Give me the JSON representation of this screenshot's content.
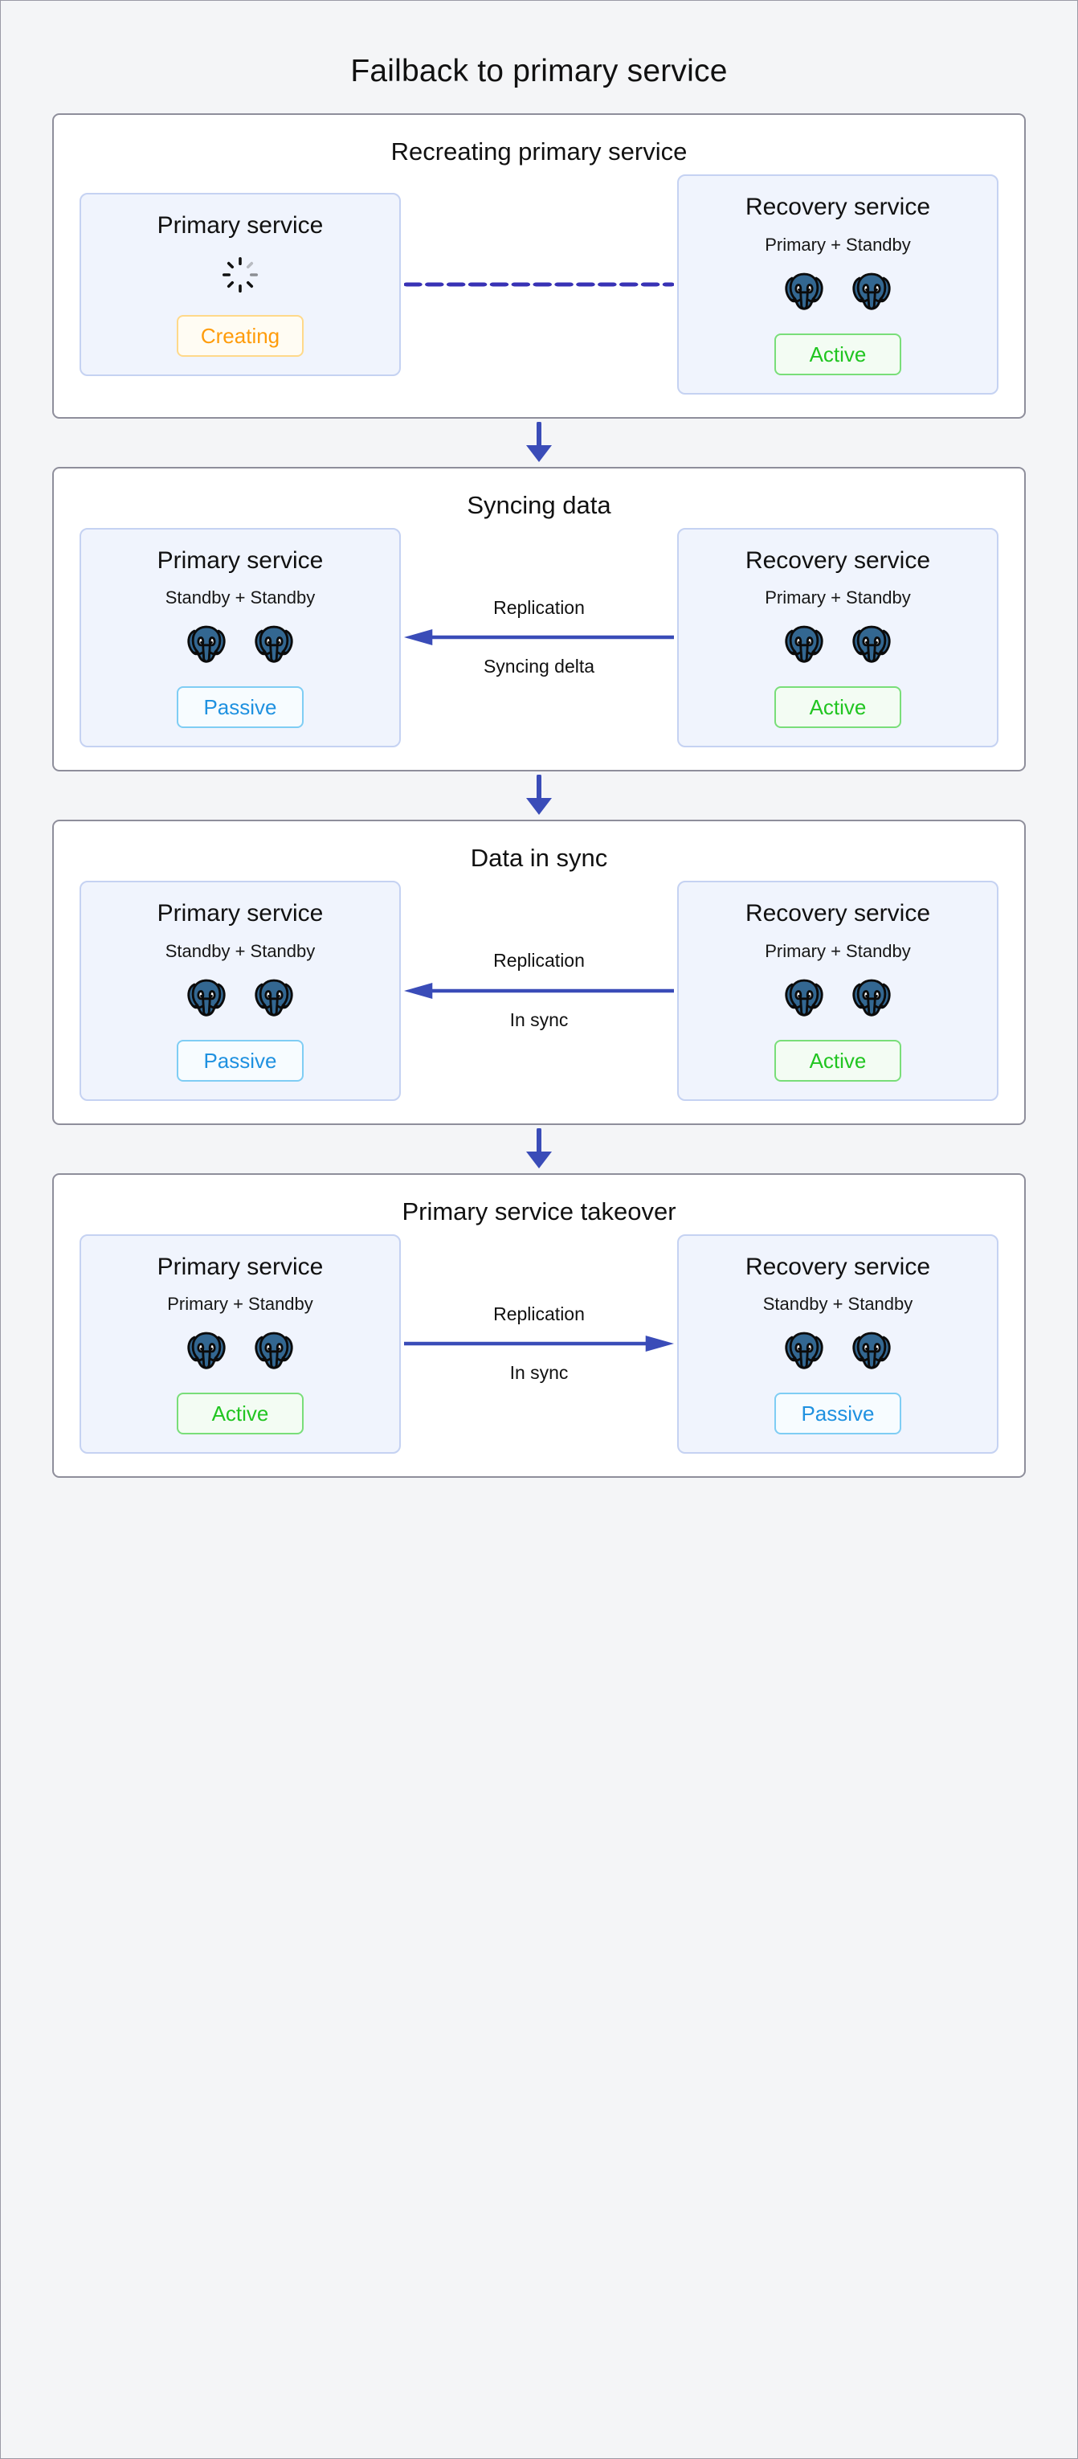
{
  "page": {
    "title": "Failback to primary service",
    "background_color": "#f4f5f7",
    "accent_color": "#3a4cb8"
  },
  "colors": {
    "arrow": "#3a4cb8",
    "dashed": "#3832b5",
    "card_bg": "#f0f4fd",
    "card_border": "#c5d2f2",
    "panel_border": "#8e8e9b",
    "postgres": "#336791",
    "active": "#21c521",
    "passive": "#1f91e0",
    "creating": "#ff9c0a"
  },
  "stages": [
    {
      "id": "recreating-primary-service",
      "title": "Recreating primary service",
      "left": {
        "name": "Primary service",
        "subtitle": "",
        "status": "Creating",
        "status_kind": "creating",
        "nodes": 0,
        "spinner": true
      },
      "right": {
        "name": "Recovery service",
        "subtitle": "Primary + Standby",
        "status": "Active",
        "status_kind": "active",
        "nodes": 2,
        "spinner": false
      },
      "connector": {
        "kind": "dashed",
        "direction": "none",
        "label_top": "",
        "label_bottom": ""
      }
    },
    {
      "id": "syncing-data",
      "title": "Syncing data",
      "left": {
        "name": "Primary service",
        "subtitle": "Standby + Standby",
        "status": "Passive",
        "status_kind": "passive",
        "nodes": 2,
        "spinner": false
      },
      "right": {
        "name": "Recovery service",
        "subtitle": "Primary + Standby",
        "status": "Active",
        "status_kind": "active",
        "nodes": 2,
        "spinner": false
      },
      "connector": {
        "kind": "solid",
        "direction": "left",
        "label_top": "Replication",
        "label_bottom": "Syncing delta"
      }
    },
    {
      "id": "data-in-sync",
      "title": "Data in sync",
      "left": {
        "name": "Primary service",
        "subtitle": "Standby + Standby",
        "status": "Passive",
        "status_kind": "passive",
        "nodes": 2,
        "spinner": false
      },
      "right": {
        "name": "Recovery service",
        "subtitle": "Primary + Standby",
        "status": "Active",
        "status_kind": "active",
        "nodes": 2,
        "spinner": false
      },
      "connector": {
        "kind": "solid",
        "direction": "left",
        "label_top": "Replication",
        "label_bottom": "In sync"
      }
    },
    {
      "id": "primary-service-takeover",
      "title": "Primary service takeover",
      "left": {
        "name": "Primary service",
        "subtitle": "Primary + Standby",
        "status": "Active",
        "status_kind": "active",
        "nodes": 2,
        "spinner": false
      },
      "right": {
        "name": "Recovery service",
        "subtitle": "Standby + Standby",
        "status": "Passive",
        "status_kind": "passive",
        "nodes": 2,
        "spinner": false
      },
      "connector": {
        "kind": "solid",
        "direction": "right",
        "label_top": "Replication",
        "label_bottom": "In sync"
      }
    }
  ],
  "flow_arrows": [
    {
      "from": "recreating-primary-service",
      "to": "syncing-data",
      "direction": "down"
    },
    {
      "from": "syncing-data",
      "to": "data-in-sync",
      "direction": "down"
    },
    {
      "from": "data-in-sync",
      "to": "primary-service-takeover",
      "direction": "down"
    }
  ],
  "icons": {
    "postgres": "postgres-elephant-icon",
    "spinner": "loading-spinner-icon",
    "flow_arrow": "arrow-down-icon"
  }
}
